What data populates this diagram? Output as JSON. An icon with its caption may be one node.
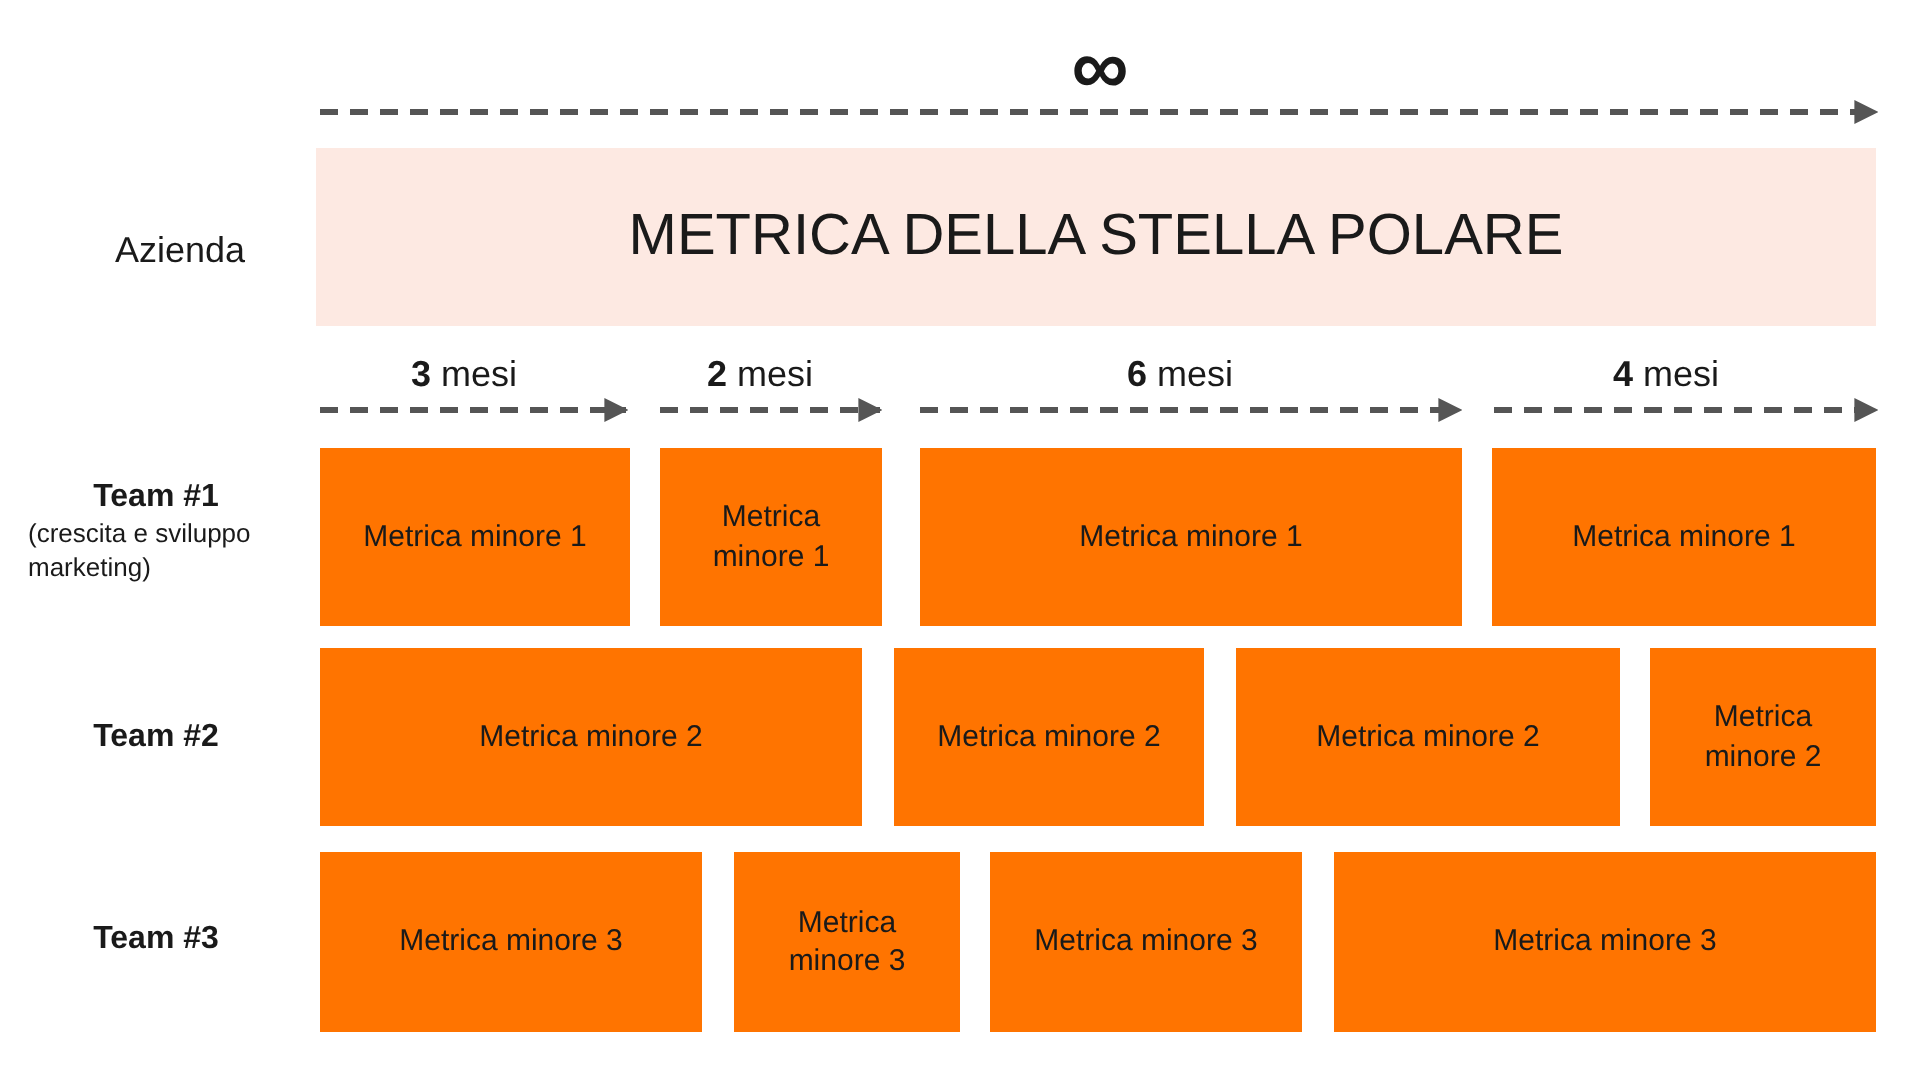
{
  "diagram": {
    "nodes": [
      {
        "text": [
          "METRICA DELLA STELLA POLARE"
        ]
      },
      {
        "text": [
          "Metrica minore 1"
        ]
      },
      {
        "text": [
          "Metrica minore 1"
        ]
      },
      {
        "text": [
          "Metrica minore 1"
        ]
      },
      {
        "text": [
          "Metrica minore 1"
        ]
      },
      {
        "text": [
          "Metrica minore 2"
        ]
      },
      {
        "text": [
          "Metrica minore 2"
        ]
      },
      {
        "text": [
          "Metrica minore 2"
        ]
      },
      {
        "text": [
          "Metrica minore 2"
        ]
      },
      {
        "text": [
          "Metrica minore 3"
        ]
      },
      {
        "text": [
          "Metrica minore 3"
        ]
      },
      {
        "text": [
          "Metrica minore 3"
        ]
      },
      {
        "text": [
          "Metrica minore 3"
        ]
      }
    ],
    "labels": [
      "∞",
      "Azienda",
      "**3** mesi",
      "**2** mesi",
      "**6** mesi",
      "**4** mesi",
      "Team #1",
      "(crescita e sviluppo marketing)",
      "Team #2",
      "Team #3"
    ]
  }
}
